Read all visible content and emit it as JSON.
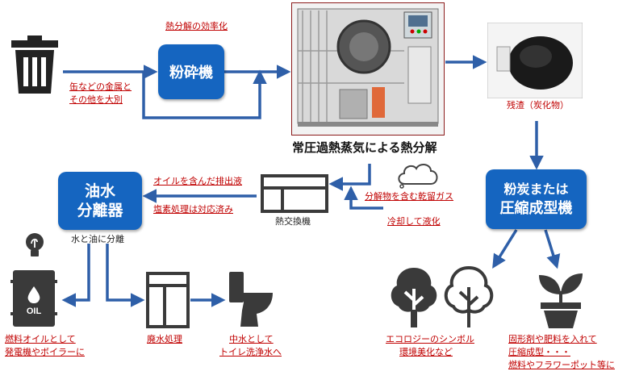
{
  "labels": {
    "efficiency": "熱分解の効率化",
    "sorting_line1": "缶などの金属と",
    "sorting_line2": "その他を大別",
    "residue": "残渣（炭化物）",
    "process_title": "常圧過熱蒸気による熱分解",
    "oil_waste": "オイルを含んだ排出液",
    "chlorine": "塩素処理は対応済み",
    "heat_exchanger": "熱交換機",
    "dry_gas": "分解物を含む乾留ガス",
    "cool_liquefy": "冷却して液化",
    "separate": "水と油に分離",
    "fuel_line1": "燃料オイルとして",
    "fuel_line2": "発電機やボイラーに",
    "wastewater": "廃水処理",
    "greywater_line1": "中水として",
    "greywater_line2": "トイレ洗浄水へ",
    "eco_line1": "エコロジーのシンボル",
    "eco_line2": "環境美化など",
    "solid_line1": "固形剤や肥料を入れて",
    "solid_line2": "圧縮成型・・・",
    "solid_line3": "燃料やフラワーポット等に"
  },
  "boxes": {
    "crusher": "粉砕機",
    "separator_line1": "油水",
    "separator_line2": "分離器",
    "powder_line1": "粉炭または",
    "powder_line2": "圧縮成型機"
  },
  "icons": {
    "oil_drum_text": "OIL"
  },
  "colors": {
    "arrow": "#2e5fa8",
    "box": "#1565c0",
    "label": "#c00000",
    "icon": "#3a3a3a"
  }
}
